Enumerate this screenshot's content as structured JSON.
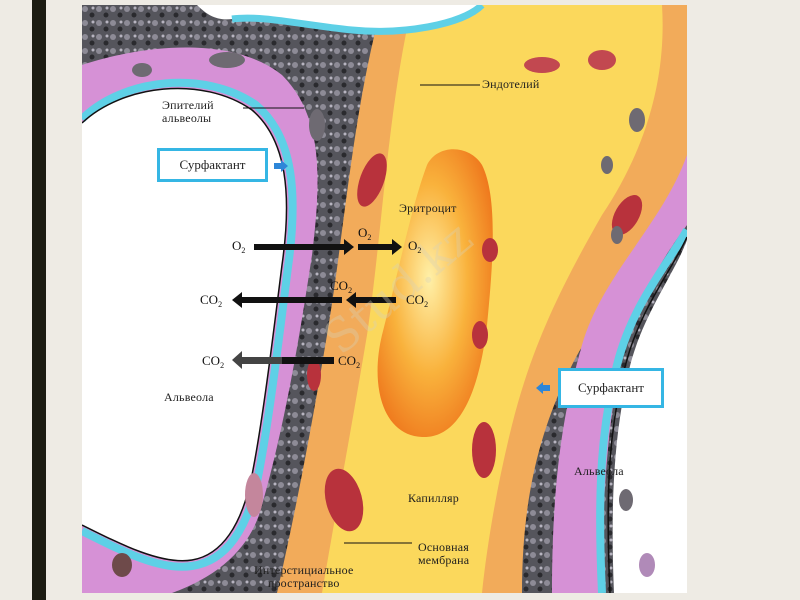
{
  "slide": {
    "background": "#eeebe4",
    "left_bar_color": "#1c1c12"
  },
  "diagram": {
    "title": "Alveolar-capillary gas exchange",
    "colors": {
      "alveolus": "#ffffff",
      "epithelium_cells": "#5ed0e6",
      "alveolar_wall": "#d691d6",
      "interstitium": "#5a5a60",
      "endothelium": "#f2ab5a",
      "capillary_plasma": "#fbd85c",
      "erythrocyte": "#f28a24",
      "nucleus": "#b8323c",
      "surfactant_border": "#35b6e4"
    },
    "labels": {
      "epithelium_line1": "Эпителий",
      "epithelium_line2": "альвеолы",
      "endothelium": "Эндотелий",
      "erythrocyte": "Эритроцит",
      "surfactant_left": "Сурфактант",
      "surfactant_right": "Сурфактант",
      "alveola_left": "Альвеола",
      "alveola_right": "Альвеола",
      "capillary": "Капилляр",
      "basement_membrane_line1": "Основная",
      "basement_membrane_line2": "мембрана",
      "interstitial_line1": "Интерстициальное",
      "interstitial_line2": "пространство"
    },
    "gas_exchange": [
      {
        "from": "alveola",
        "to": "plasma",
        "gas": "O",
        "sub": "2",
        "direction": "right"
      },
      {
        "from": "plasma",
        "to": "erythrocyte",
        "gas": "O",
        "sub": "2",
        "direction": "right"
      },
      {
        "from": "erythrocyte",
        "to": "plasma",
        "gas": "CO",
        "sub": "2",
        "direction": "left"
      },
      {
        "from": "plasma",
        "to": "alveola",
        "gas": "CO",
        "sub": "2",
        "direction": "left"
      },
      {
        "from": "plasma",
        "to": "alveola",
        "gas": "CO",
        "sub": "2",
        "direction": "left"
      }
    ],
    "gas_text": {
      "o2": "O",
      "co2": "CO",
      "sub": "2"
    },
    "watermark": "Stud.kz"
  }
}
